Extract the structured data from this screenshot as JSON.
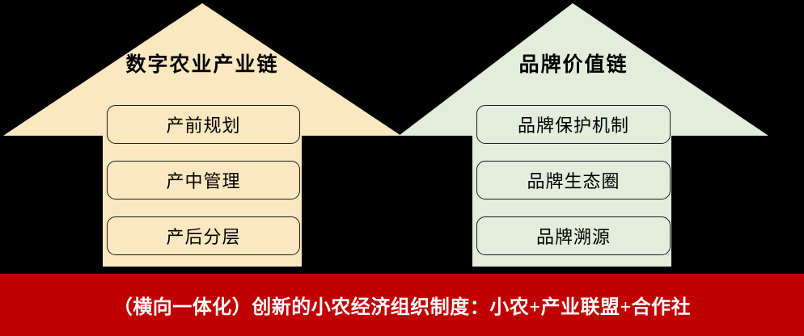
{
  "diagram": {
    "background_color": "#000000",
    "columns": [
      {
        "id": "digital-agriculture-chain",
        "title": "数字农业产业链",
        "fill_color": "#FCE8C0",
        "items": [
          {
            "label": "产前规划"
          },
          {
            "label": "产中管理"
          },
          {
            "label": "产后分层"
          }
        ]
      },
      {
        "id": "brand-value-chain",
        "title": "品牌价值链",
        "fill_color": "#E2EDDC",
        "items": [
          {
            "label": "品牌保护机制"
          },
          {
            "label": "品牌生态圈"
          },
          {
            "label": "品牌溯源"
          }
        ]
      }
    ],
    "banner": {
      "text": "（横向一体化）创新的小农经济组织制度：小农+产业联盟+合作社",
      "background_color": "#C00000",
      "text_color": "#FFFFFF"
    }
  }
}
